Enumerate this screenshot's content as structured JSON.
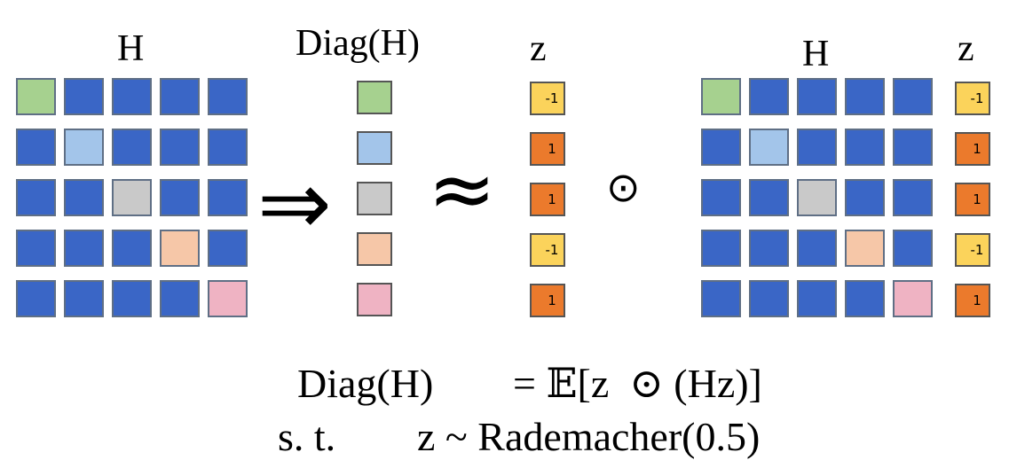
{
  "labels": {
    "h_left": "H",
    "diag": "Diag(H)",
    "z_mid": "z",
    "h_right": "H",
    "z_right": "z"
  },
  "symbols": {
    "implies": "⇒",
    "approx": "≈",
    "hadamard": "⊙"
  },
  "formula": {
    "line1_lhs": "Diag(H)",
    "line1_rhs": "= 𝔼[z  ⊙ (Hz)]",
    "line2_lhs": "s. t.",
    "line2_rhs": "z ~ Rademacher(0.5)"
  },
  "matrix": {
    "size": 5,
    "off_diagonal_color": "#3a66c6",
    "diagonal_colors": [
      "#a6d18f",
      "#a3c5ea",
      "#c9c9c9",
      "#f6c7a8",
      "#efb3c3"
    ]
  },
  "z_vector": {
    "values": [
      "-1",
      "1",
      "1",
      "-1",
      "1"
    ],
    "color_neg": "#fbd35b",
    "color_pos": "#eb7a2c"
  }
}
